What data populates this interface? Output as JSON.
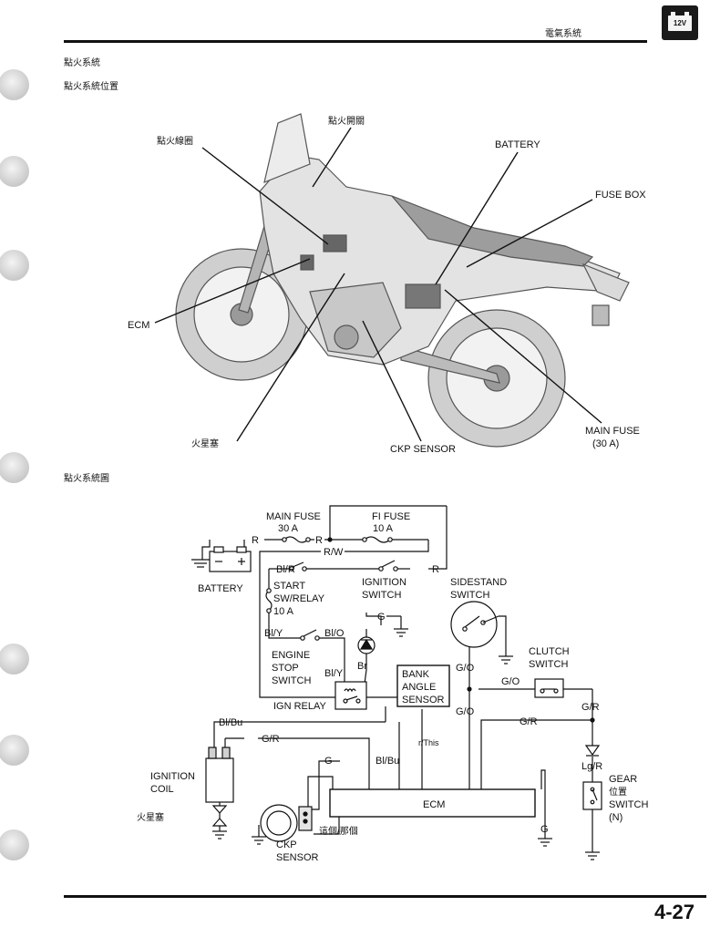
{
  "header": {
    "section": "電氣系統",
    "badge_text": "12V"
  },
  "titles": {
    "system": "點火系統",
    "location": "點火系統位置",
    "diagram": "點火系統圖"
  },
  "location_labels": {
    "ignition_coil": "點火線圈",
    "ignition_switch": "點火開關",
    "battery": "BATTERY",
    "fuse_box": "FUSE BOX",
    "ecm": "ECM",
    "spark_plug": "火星塞",
    "ckp_sensor": "CKP SENSOR",
    "main_fuse_1": "MAIN FUSE",
    "main_fuse_2": "(30 A)"
  },
  "wiring": {
    "main_fuse_1": "MAIN FUSE",
    "main_fuse_2": "30 A",
    "fi_fuse_1": "FI FUSE",
    "fi_fuse_2": "10 A",
    "wire_r": "R",
    "wire_rw": "R/W",
    "wire_blr": "Bl/R",
    "wire_g": "G",
    "wire_bly": "Bl/Y",
    "wire_blo": "Bl/O",
    "wire_br": "Br",
    "wire_go": "G/O",
    "wire_gr": "G/R",
    "wire_lgr": "Lg/R",
    "wire_blbu": "Bl/Bu",
    "wire_rthis": "r/This",
    "battery": "BATTERY",
    "start_1": "START",
    "start_2": "SW/RELAY",
    "start_3": "10 A",
    "ign_sw_1": "IGNITION",
    "ign_sw_2": "SWITCH",
    "side_1": "SIDESTAND",
    "side_2": "SWITCH",
    "eng_1": "ENGINE",
    "eng_2": "STOP",
    "eng_3": "SWITCH",
    "bank_1": "BANK",
    "bank_2": "ANGLE",
    "bank_3": "SENSOR",
    "clutch_1": "CLUTCH",
    "clutch_2": "SWITCH",
    "ign_relay": "IGN RELAY",
    "coil_1": "IGNITION",
    "coil_2": "COIL",
    "spark": "火星塞",
    "ckp_1": "CKP",
    "ckp_2": "SENSOR",
    "ecm": "ECM",
    "this_that": "這個/那個",
    "gear_1": "GEAR",
    "gear_2": "位置",
    "gear_3": "SWITCH",
    "gear_4": "(N)"
  },
  "footer": {
    "page": "4-27"
  }
}
